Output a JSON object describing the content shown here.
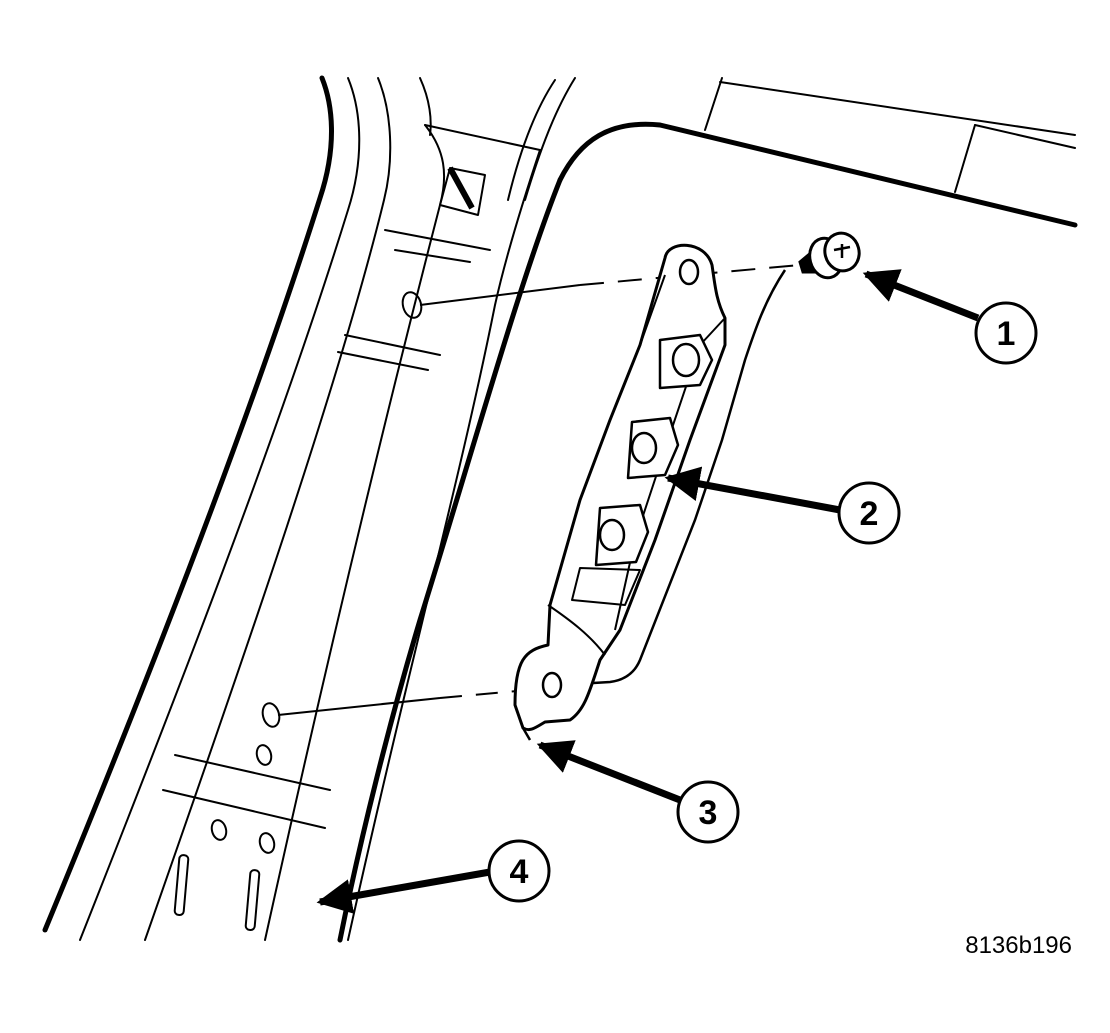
{
  "colors": {
    "line": "#000000",
    "background": "#ffffff"
  },
  "callouts": {
    "c1": {
      "label": "1"
    },
    "c2": {
      "label": "2"
    },
    "c3": {
      "label": "3"
    },
    "c4": {
      "label": "4"
    }
  },
  "figure": {
    "id": "8136b196"
  }
}
